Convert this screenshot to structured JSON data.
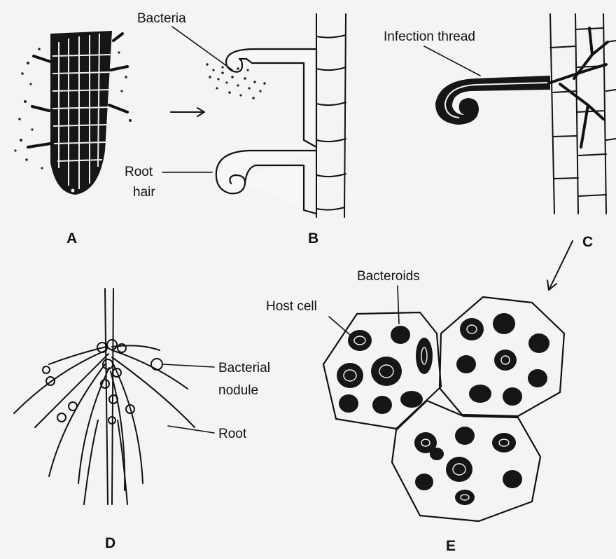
{
  "panels": {
    "a": {
      "letter": "A"
    },
    "b": {
      "letter": "B",
      "bacteria_label": "Bacteria",
      "root_hair_label_line1": "Root",
      "root_hair_label_line2": "hair"
    },
    "c": {
      "letter": "C",
      "infection_thread_label": "Infection thread"
    },
    "d": {
      "letter": "D",
      "bacterial_nodule_label_line1": "Bacterial",
      "bacterial_nodule_label_line2": "nodule",
      "root_label": "Root"
    },
    "e": {
      "letter": "E",
      "bacteroids_label": "Bacteroids",
      "host_cell_label": "Host cell"
    }
  },
  "colors": {
    "ink": "#111111",
    "background": "#f4f4f2"
  }
}
